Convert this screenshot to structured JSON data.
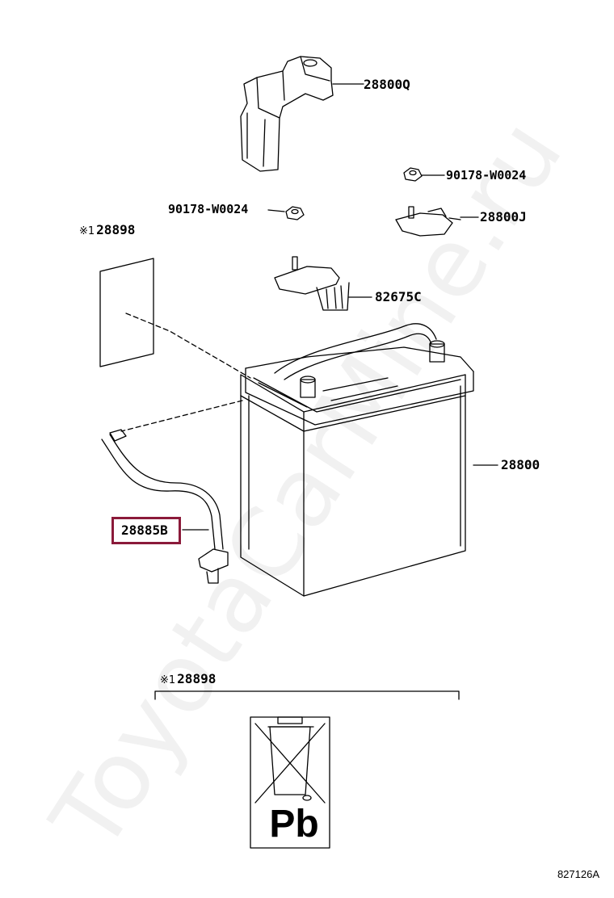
{
  "watermark": "ToyotaCarMine.ru",
  "diagram_id": "827126A",
  "note_mark": "※1",
  "pb_label": "Pb",
  "parts": {
    "clamp_cover": "28800Q",
    "nut_right": "90178-W0024",
    "nut_left": "90178-W0024",
    "terminal": "28800J",
    "label_sheet_top": "28898",
    "sensor_connector": "82675C",
    "battery": "28800",
    "vent_hose": "28885B",
    "label_sheet_bottom": "28898"
  },
  "highlighted_part": "28885B",
  "colors": {
    "highlight": "#8b1a3a",
    "line": "#000000"
  }
}
